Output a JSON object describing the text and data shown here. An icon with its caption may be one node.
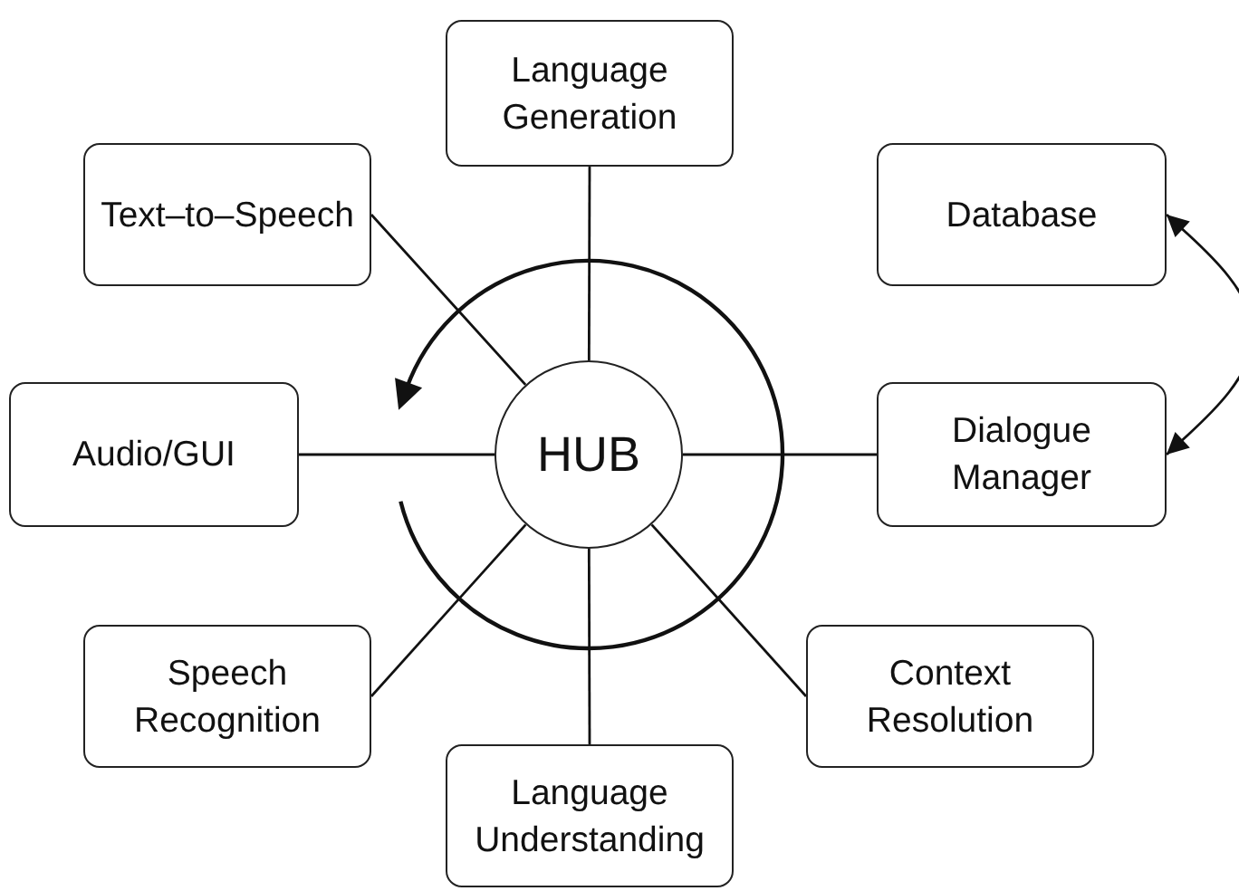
{
  "diagram": {
    "nodes": [
      {
        "text": [
          "Language Generation"
        ]
      },
      {
        "text": [
          "Text–to–Speech"
        ]
      },
      {
        "text": [
          "Database"
        ]
      },
      {
        "text": [
          "Audio/GUI"
        ]
      },
      {
        "text": [
          "HUB"
        ]
      },
      {
        "text": [
          "Dialogue Manager"
        ]
      },
      {
        "text": [
          "Speech Recognition"
        ]
      },
      {
        "text": [
          "Context Resolution"
        ]
      },
      {
        "text": [
          "Language Understanding"
        ]
      }
    ],
    "edges": [
      {
        "from": 4,
        "to": 0,
        "arrow": "none"
      },
      {
        "from": 4,
        "to": 1,
        "arrow": "none"
      },
      {
        "from": 4,
        "to": 3,
        "arrow": "none"
      },
      {
        "from": 4,
        "to": 5,
        "arrow": "none"
      },
      {
        "from": 4,
        "to": 6,
        "arrow": "none"
      },
      {
        "from": 4,
        "to": 7,
        "arrow": "none"
      },
      {
        "from": 4,
        "to": 8,
        "arrow": "none"
      },
      {
        "from": 2,
        "to": 5,
        "arrow": "both"
      }
    ]
  }
}
